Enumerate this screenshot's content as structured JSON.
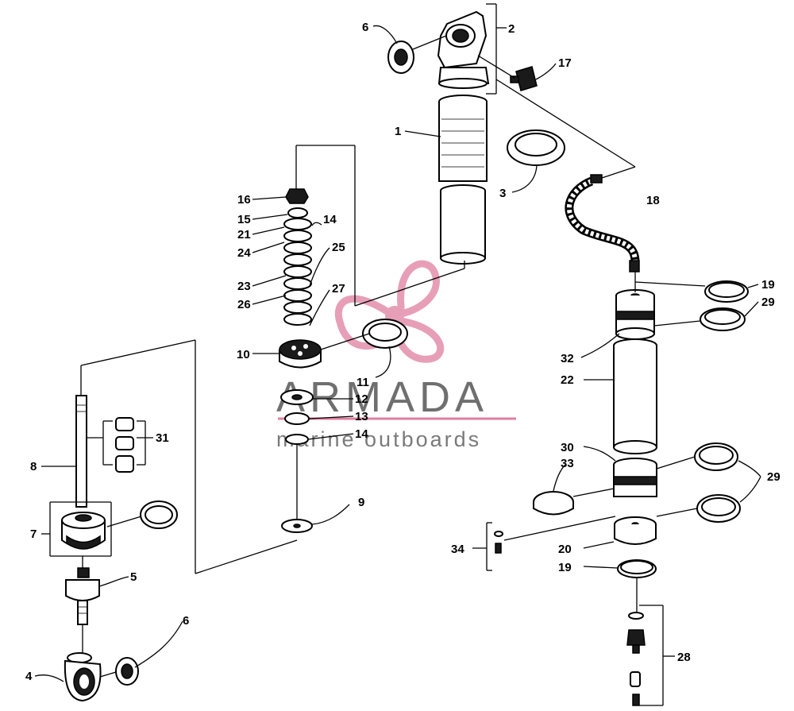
{
  "watermark": {
    "brand": "ARMADA",
    "tagline": "marine outboards",
    "logo_color": "#e07fa0"
  },
  "callouts": [
    "1",
    "2",
    "3",
    "4",
    "5",
    "6",
    "6",
    "7",
    "8",
    "9",
    "10",
    "11",
    "12",
    "13",
    "14",
    "14",
    "15",
    "16",
    "17",
    "18",
    "19",
    "19",
    "20",
    "21",
    "22",
    "23",
    "24",
    "25",
    "26",
    "27",
    "28",
    "29",
    "29",
    "30",
    "31",
    "32",
    "33",
    "34"
  ]
}
